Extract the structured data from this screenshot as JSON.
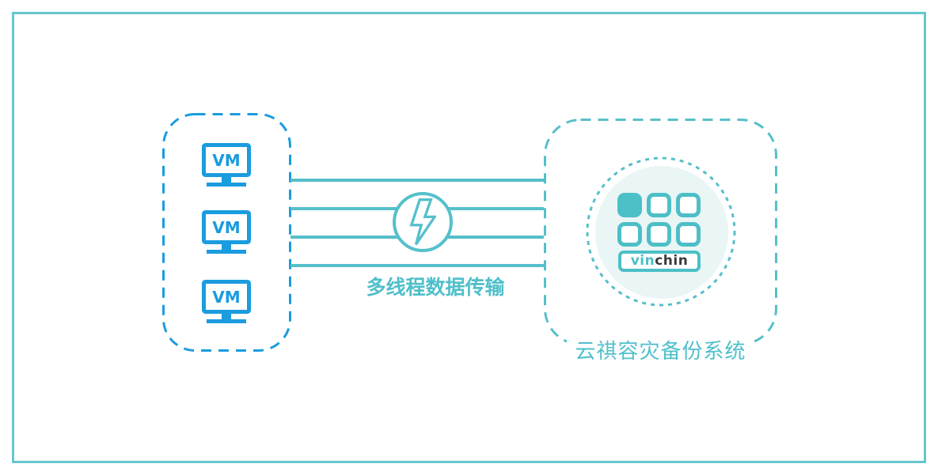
{
  "canvas": {
    "background_color": "#ffffff",
    "frame_color": "#66C6CF"
  },
  "source_group": {
    "border_color": "#1A9CDF",
    "vms": [
      {
        "label": "VM"
      },
      {
        "label": "VM"
      },
      {
        "label": "VM"
      }
    ]
  },
  "transfer": {
    "label": "多线程数据传输",
    "line_count": 4,
    "line_color": "#55C0CA",
    "icon": "lightning-bolt"
  },
  "target_group": {
    "label": "云祺容灾备份系统",
    "border_color": "#55C0CA",
    "logo": {
      "brand_prefix": "vin",
      "brand_suffix": "chin",
      "grid_rows": 2,
      "grid_cols": 3,
      "filled_cell_index": 0,
      "accent_color": "#4CBFC7",
      "dark_text_color": "#3B3B3B",
      "halo_color": "#EAF6F5"
    }
  }
}
